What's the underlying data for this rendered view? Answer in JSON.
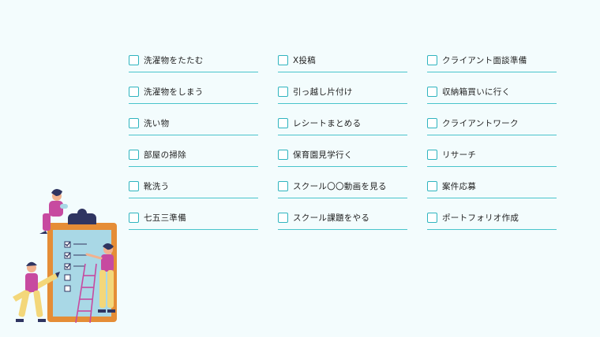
{
  "columns": [
    {
      "items": [
        "洗濯物をたたむ",
        "洗濯物をしまう",
        "洗い物",
        "部屋の掃除",
        "靴洗う",
        "七五三準備"
      ]
    },
    {
      "items": [
        "X投稿",
        "引っ越し片付け",
        "レシートまとめる",
        "保育園見学行く",
        "スクール〇〇動画を見る",
        "スクール課題をやる"
      ]
    },
    {
      "items": [
        "クライアント面談準備",
        "収納箱買いに行く",
        "クライアントワーク",
        "リサーチ",
        "案件応募",
        "ポートフォリオ作成"
      ]
    }
  ],
  "colors": {
    "background": "#f3fcfd",
    "accent": "#49c4cc",
    "checkbox": "#2fb4bf",
    "clipboard": "#e58d36",
    "paper": "#a9d8e6",
    "clip": "#2f3561",
    "pink": "#c74aa0",
    "yellow": "#f3d77a"
  }
}
